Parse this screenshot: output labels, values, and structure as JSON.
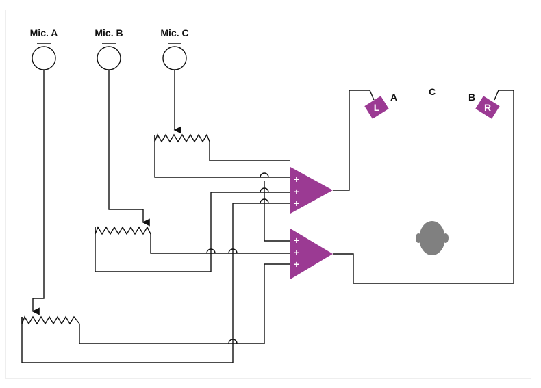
{
  "diagram": {
    "mics": [
      {
        "label": "Mic. A"
      },
      {
        "label": "Mic. B"
      },
      {
        "label": "Mic. C"
      }
    ],
    "speakers": [
      {
        "letter": "L",
        "position_label": "A"
      },
      {
        "letter": "R",
        "position_label": "B"
      }
    ],
    "center_label": "C",
    "amp_inputs": [
      "+",
      "+",
      "+"
    ],
    "colors": {
      "amp": "#9b3a93",
      "speaker": "#9b3a93",
      "head": "#808080",
      "wire": "#111111"
    }
  }
}
